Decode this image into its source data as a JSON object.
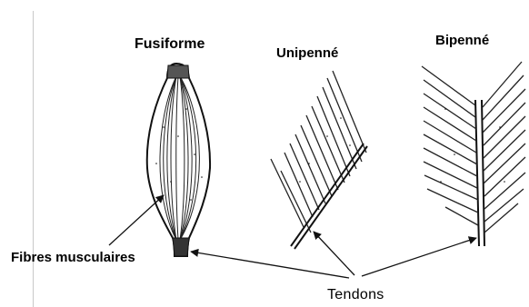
{
  "diagram": {
    "labels": {
      "fusiforme": "Fusiforme",
      "unipenne": "Unipenné",
      "bipenne": "Bipenné",
      "fibres": "Fibres musculaires",
      "tendons": "Tendons"
    },
    "colors": {
      "ink": "#111111",
      "divider": "#c8c8c8",
      "background": "#ffffff"
    }
  }
}
